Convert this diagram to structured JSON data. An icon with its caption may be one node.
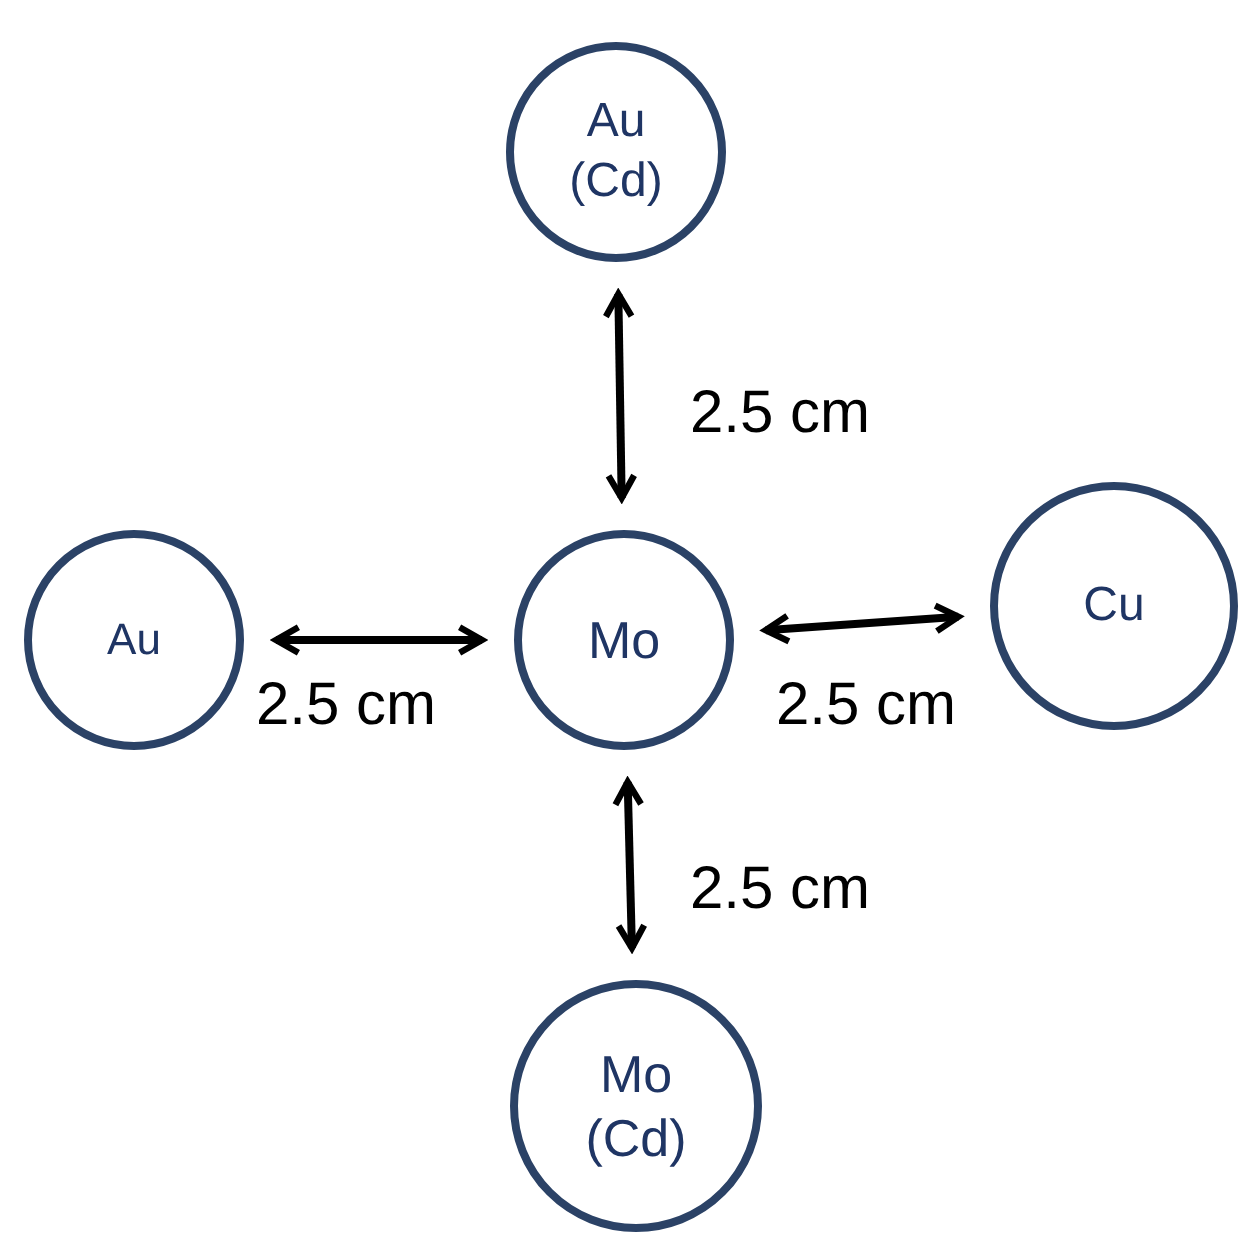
{
  "diagram": {
    "nodes": [
      {
        "text": [
          "Au",
          "(Cd)"
        ]
      },
      {
        "text": [
          "Au"
        ]
      },
      {
        "text": [
          "Mo"
        ]
      },
      {
        "text": [
          "Cu"
        ]
      },
      {
        "text": [
          "Mo",
          "(Cd)"
        ]
      }
    ],
    "edges": [
      {
        "from": 0,
        "to": 2,
        "arrow": "both",
        "label": "2.5 cm"
      },
      {
        "from": 1,
        "to": 2,
        "arrow": "both",
        "label": "2.5 cm"
      },
      {
        "from": 2,
        "to": 3,
        "arrow": "both",
        "label": "2.5 cm"
      },
      {
        "from": 2,
        "to": 4,
        "arrow": "both",
        "label": "2.5 cm"
      }
    ]
  }
}
